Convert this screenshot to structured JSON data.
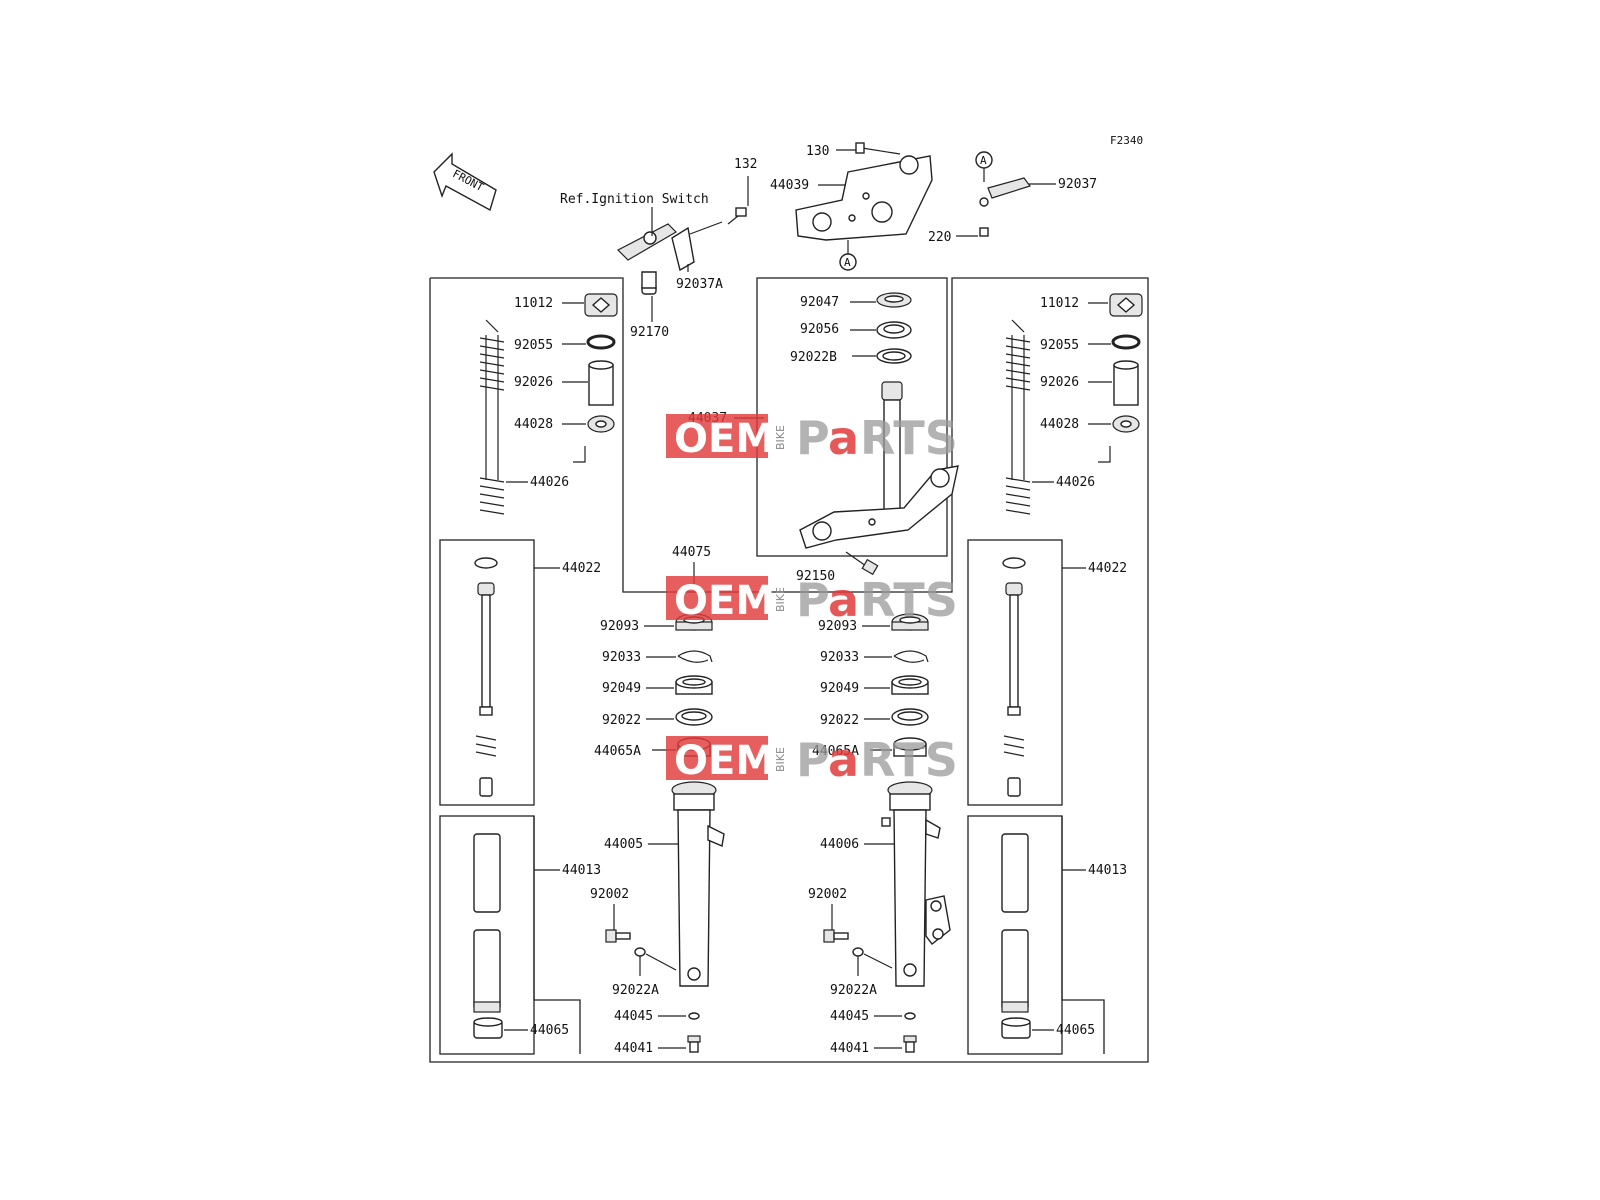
{
  "diagram": {
    "code": "F2340",
    "front_label": "FRONT",
    "ref_label": "Ref.Ignition Switch",
    "ref_letter": "A",
    "watermark": {
      "oem": "OEM",
      "bike": "BIKE",
      "parts_left": "P",
      "parts_a": "a",
      "parts_right": "RTS"
    },
    "parts": {
      "p132": "132",
      "p130": "130",
      "p44039": "44039",
      "p92037": "92037",
      "p220": "220",
      "p92037A": "92037A",
      "p92170": "92170",
      "p11012": "11012",
      "p92055": "92055",
      "p92026": "92026",
      "p44028": "44028",
      "p44026": "44026",
      "p92047": "92047",
      "p92056": "92056",
      "p92022B": "92022B",
      "p44037": "44037",
      "p92150": "92150",
      "p44075": "44075",
      "p44022": "44022",
      "p92093": "92093",
      "p92033": "92033",
      "p92049": "92049",
      "p92022": "92022",
      "p44065A": "44065A",
      "p44005": "44005",
      "p44006": "44006",
      "p44013": "44013",
      "p92002": "92002",
      "p92022A": "92022A",
      "p44045": "44045",
      "p44041": "44041",
      "p44065": "44065"
    }
  }
}
